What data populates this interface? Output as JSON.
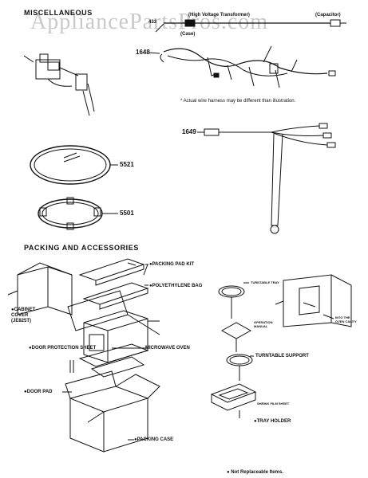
{
  "watermark": "AppliancePartsPros.com",
  "sections": {
    "misc_title": "MISCELLANEOUS",
    "packing_title": "PACKING AND ACCESSORIES"
  },
  "misc": {
    "part_433": "433",
    "hv_transformer": "(High Voltage Transformer)",
    "capacitor": "(Capacitor)",
    "case": "(Case)",
    "part_1648": "1648",
    "harness_note": "* Actual wire harness may be different than illustration.",
    "part_1649": "1649",
    "part_5521": "5521",
    "part_5501": "5501"
  },
  "packing": {
    "packing_pad_kit": "●PACKING PAD KIT",
    "cabinet_cover": "●CABINET\nCOVER\n(JE825T)",
    "polyethylene_bag": "●POLYETHYLENE BAG",
    "door_protection": "●DOOR PROTECTION SHEET",
    "microwave_oven": "MICROWAVE OVEN",
    "door_pad": "●DOOR PAD",
    "packing_case": "●PACKING CASE",
    "turntable_tray": "TURNTABLE TRAY",
    "operation_manual": "OPERATION\nMANUAL",
    "into_oven": "INTO THE\nOVEN CAVITY",
    "turntable_support": "TURNTABLE SUPPORT",
    "shrink_film": "SHRINK FILM SHEET",
    "tray_holder": "●TRAY HOLDER",
    "not_replaceable": "● Not Replaceable Items."
  }
}
